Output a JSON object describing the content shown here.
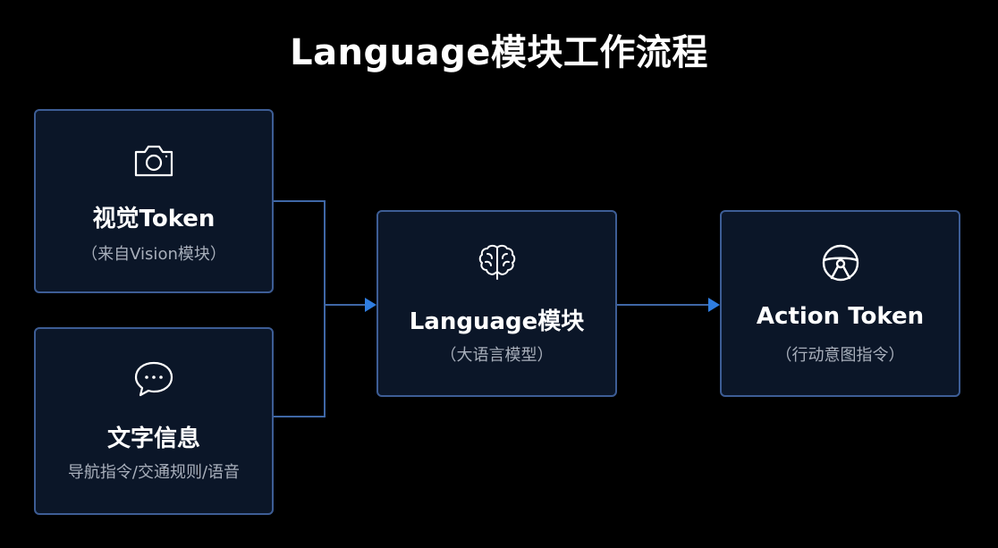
{
  "title": "Language模块工作流程",
  "nodes": {
    "vision": {
      "label": "视觉Token",
      "sub": "（来自Vision模块）",
      "icon": "camera-icon"
    },
    "text": {
      "label": "文字信息",
      "sub": "导航指令/交通规则/语音",
      "icon": "chat-bubble-icon"
    },
    "language": {
      "label": "Language模块",
      "sub": "（大语言模型）",
      "icon": "brain-icon"
    },
    "action": {
      "label": "Action Token",
      "sub": "（行动意图指令）",
      "icon": "steering-wheel-icon"
    }
  },
  "edges": [
    {
      "from": "vision",
      "to": "language"
    },
    {
      "from": "text",
      "to": "language"
    },
    {
      "from": "language",
      "to": "action"
    }
  ],
  "colors": {
    "background": "#000000",
    "box_fill": "#0b1628",
    "box_border": "#3d5d95",
    "connector": "#3f67a6",
    "arrow": "#2f7de0",
    "label": "#ffffff",
    "sub_label": "#a8afbb"
  }
}
